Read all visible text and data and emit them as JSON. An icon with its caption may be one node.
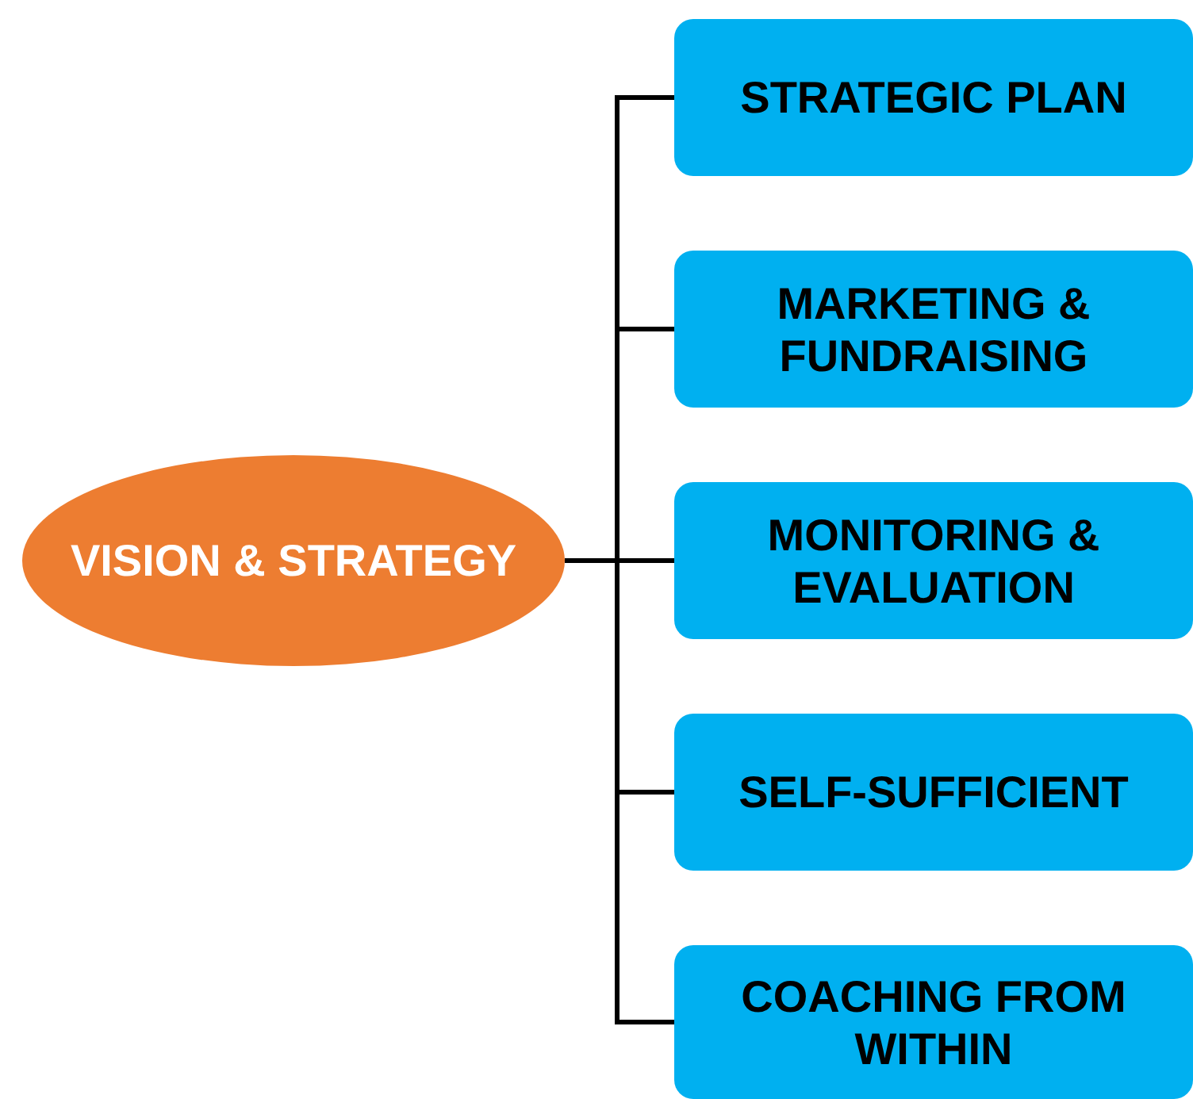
{
  "diagram": {
    "nodes": [
      {
        "text": [
          "VISION & STRATEGY"
        ]
      },
      {
        "text": [
          "STRATEGIC PLAN"
        ]
      },
      {
        "text": [
          "MARKETING & FUNDRAISING"
        ]
      },
      {
        "text": [
          "MONITORING & EVALUATION"
        ]
      },
      {
        "text": [
          "SELF-SUFFICIENT"
        ]
      },
      {
        "text": [
          "COACHING FROM WITHIN"
        ]
      }
    ],
    "edges": [
      {
        "from": 0,
        "to": 1,
        "arrow": "none"
      },
      {
        "from": 0,
        "to": 2,
        "arrow": "none"
      },
      {
        "from": 0,
        "to": 3,
        "arrow": "none"
      },
      {
        "from": 0,
        "to": 4,
        "arrow": "none"
      },
      {
        "from": 0,
        "to": 5,
        "arrow": "none"
      }
    ]
  }
}
